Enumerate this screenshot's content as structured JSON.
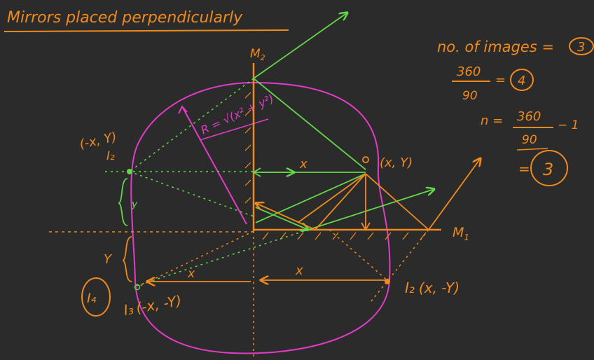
{
  "title": "Mirrors placed perpendicularly",
  "labels": {
    "m2": "M",
    "m2_sub": "2",
    "m1": "M",
    "m1_sub": "1",
    "radius_formula": "R = √(x² + y²)",
    "object_point": "(x, Y)",
    "image1_coords": "(-x, Y)",
    "image1_name": "I₂",
    "image2_name": "I₂",
    "image2_coords": "(x, -Y)",
    "image3_name": "I₃",
    "image3_coords": "(-x, -Y)",
    "image4_tag": "I₄",
    "dist_x_top": "x",
    "dist_x_bottom_left": "x",
    "dist_x_bottom_right": "x",
    "dist_y_top": "y",
    "dist_y_bottom": "Y"
  },
  "notes": {
    "line1_text": "no. of images =",
    "line1_answer": "3",
    "line2_num": "360",
    "line2_den": "90",
    "line2_eq": "=",
    "line2_answer": "4",
    "line3_prefix": "n =",
    "line3_num": "360",
    "line3_den": "90",
    "line3_minus": "− 1",
    "line4_eq": "=",
    "line4_answer": "3"
  },
  "colors": {
    "background": "#2b2b2b",
    "orange": "#f08a1c",
    "magenta": "#e23bc8",
    "green": "#63d64a"
  }
}
